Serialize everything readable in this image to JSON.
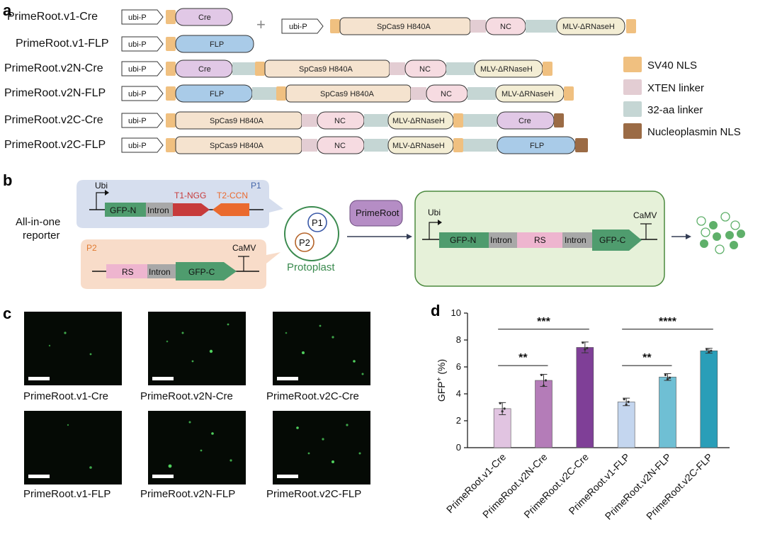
{
  "panels": {
    "a": "a",
    "b": "b",
    "c": "c",
    "d": "d"
  },
  "panel_a": {
    "rows": [
      {
        "label": "PrimeRoot.v1-Cre",
        "promoter": "ubi-P",
        "recombinase": "Cre"
      },
      {
        "label": "PrimeRoot.v1-FLP",
        "promoter": "ubi-P",
        "recombinase": "FLP"
      },
      {
        "label": "PrimeRoot.v2N-Cre",
        "promoter": "ubi-P",
        "recombinase": "Cre"
      },
      {
        "label": "PrimeRoot.v2N-FLP",
        "promoter": "ubi-P",
        "recombinase": "FLP"
      },
      {
        "label": "PrimeRoot.v2C-Cre",
        "promoter": "ubi-P",
        "recombinase": "Cre"
      },
      {
        "label": "PrimeRoot.v2C-FLP",
        "promoter": "ubi-P",
        "recombinase": "FLP"
      }
    ],
    "plus": "+",
    "v1_second_construct": {
      "promoter": "ubi-P"
    },
    "cas9": "SpCas9  H840A",
    "nc": "NC",
    "mlv": "MLV-ΔRNaseH",
    "legend": [
      {
        "label": "SV40 NLS",
        "color": "#f0c080"
      },
      {
        "label": "XTEN linker",
        "color": "#e3cdd3"
      },
      {
        "label": "32-aa linker",
        "color": "#c5d6d4"
      },
      {
        "label": "Nucleoplasmin NLS",
        "color": "#9b6b45"
      }
    ]
  },
  "panel_b": {
    "all_in_one": "All-in-one",
    "reporter": "reporter",
    "p1_label": "P1",
    "p2_label": "P2",
    "ubi": "Ubi",
    "gfp_n": "GFP-N",
    "intron": "Intron",
    "t1": "T1-NGG",
    "t2": "T2-CCN",
    "rs": "RS",
    "gfp_c": "GFP-C",
    "camv": "CaMV",
    "protoplast": "Protoplast",
    "primeroot": "PrimeRoot"
  },
  "panel_c": {
    "images": [
      {
        "label": "PrimeRoot.v1-Cre"
      },
      {
        "label": "PrimeRoot.v2N-Cre"
      },
      {
        "label": "PrimeRoot.v2C-Cre"
      },
      {
        "label": "PrimeRoot.v1-FLP"
      },
      {
        "label": "PrimeRoot.v2N-FLP"
      },
      {
        "label": "PrimeRoot.v2C-FLP"
      }
    ]
  },
  "chart_data": {
    "type": "bar",
    "title": "",
    "ylabel_main": "GFP",
    "ylabel_sup": "+",
    "ylabel_unit": " (%)",
    "ylim": [
      0,
      10
    ],
    "yticks": [
      0,
      2,
      4,
      6,
      8,
      10
    ],
    "categories": [
      "PrimeRoot.v1-Cre",
      "PrimeRoot.v2N-Cre",
      "PrimeRoot.v2C-Cre",
      "PrimeRoot.v1-FLP",
      "PrimeRoot.v2N-FLP",
      "PrimeRoot.v2C-FLP"
    ],
    "values": [
      2.9,
      5.0,
      7.45,
      3.4,
      5.25,
      7.2
    ],
    "errors": [
      0.45,
      0.45,
      0.4,
      0.28,
      0.25,
      0.18
    ],
    "points": [
      [
        3.3,
        2.7,
        2.9
      ],
      [
        5.4,
        4.6,
        5.0
      ],
      [
        7.8,
        7.3,
        7.4
      ],
      [
        3.6,
        3.2,
        3.4
      ],
      [
        5.4,
        5.1,
        5.2
      ],
      [
        7.3,
        7.1,
        7.2
      ]
    ],
    "colors": [
      "#e1c4e1",
      "#b47cb8",
      "#7f3f97",
      "#c4d6ef",
      "#6fbfd4",
      "#2a9eb8"
    ],
    "significance": [
      {
        "from": 0,
        "to": 2,
        "y": 8.8,
        "label": "***"
      },
      {
        "from": 0,
        "to": 1,
        "y": 6.1,
        "label": "**"
      },
      {
        "from": 3,
        "to": 5,
        "y": 8.8,
        "label": "****"
      },
      {
        "from": 3,
        "to": 4,
        "y": 6.1,
        "label": "**"
      }
    ],
    "grid": false
  },
  "colors": {
    "cas9": "#f5e3cf",
    "nc": "#f6dbe1",
    "mlv": "#f3edd4",
    "cre": "#e1c8e6",
    "flp": "#a9cbe8",
    "gfp": "#4f9c6e",
    "intron": "#a8a8a8",
    "rs": "#eeb5cf",
    "t1": "#c73b3b",
    "t2": "#ea6a2e",
    "p1_bg": "#d6deee",
    "p2_bg": "#f8dcc9",
    "cell_bg": "#e6f1d9",
    "cell_border": "#4c8a3f",
    "primeroot_btn": "#b58dc5"
  }
}
